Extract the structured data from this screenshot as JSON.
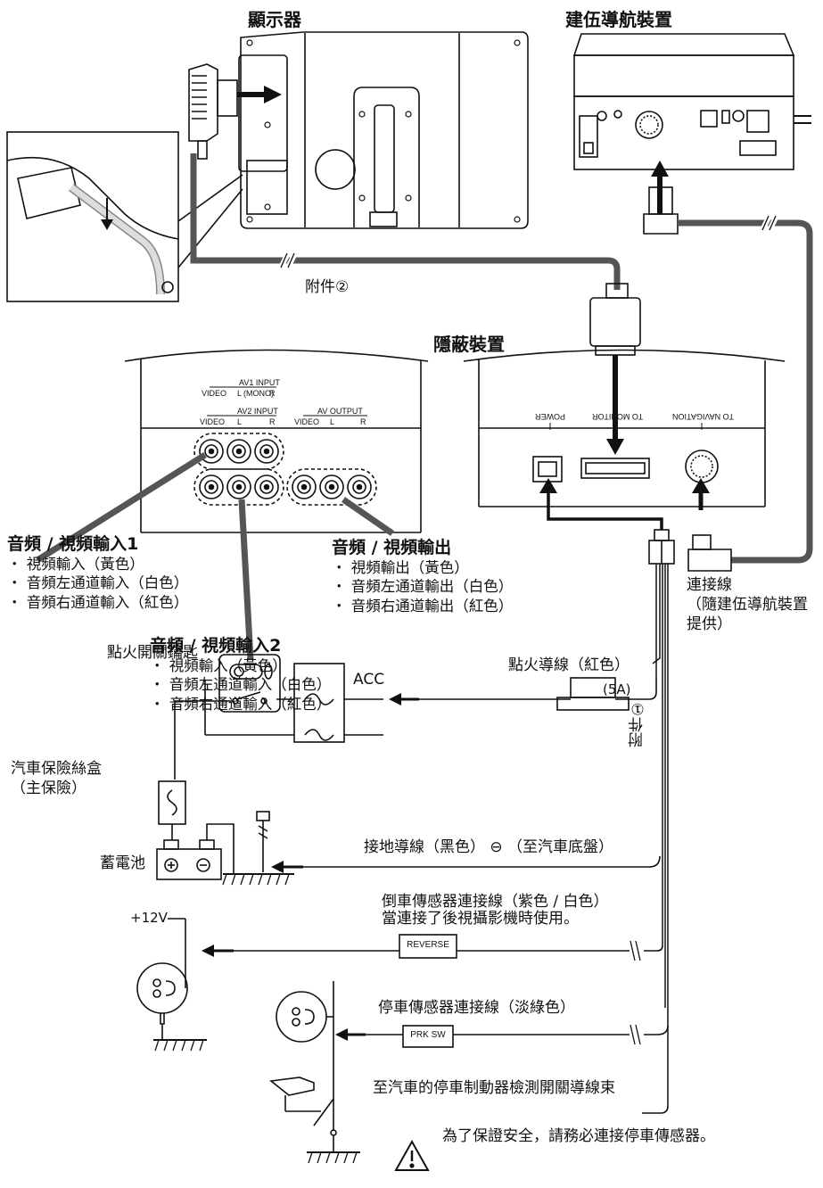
{
  "titles": {
    "monitor": "顯示器",
    "navigation": "建伍導航裝置",
    "hidden_unit": "隱蔽裝置"
  },
  "accessory2": "附件②",
  "accessory1": "附件①",
  "panel_labels": {
    "av1_input": "AV1 INPUT",
    "av2_input": "AV2 INPUT",
    "av_output": "AV OUTPUT",
    "video": "VIDEO",
    "l": "L",
    "r": "R",
    "mono": "(MONO)",
    "power": "POWER",
    "to_monitor": "TO MONITOR",
    "to_navigation": "TO NAVIGATION"
  },
  "av_input1": {
    "heading": "音頻 / 視頻輸入1",
    "items": [
      "・ 視頻輸入（黃色）",
      "・ 音頻左通道輸入（白色）",
      "・ 音頻右通道輸入（紅色）"
    ]
  },
  "av_output": {
    "heading": "音頻 / 視頻輸出",
    "items": [
      "・ 視頻輸出（黃色）",
      "・ 音頻左通道輸出（白色）",
      "・ 音頻右通道輸出（紅色）"
    ]
  },
  "av_input2": {
    "heading": "音頻 / 視頻輸入2",
    "items": [
      "・ 視頻輸入（黃色）",
      "・ 音頻左通道輸入（白色）",
      "・ 音頻右通道輸入（紅色）"
    ]
  },
  "connection_cable": {
    "line1": "連接線",
    "line2": "（隨建伍導航裝置",
    "line3": "提供）"
  },
  "ignition_key": "點火開關鑰匙",
  "acc": "ACC",
  "ignition_wire": "點火導線（紅色）",
  "fuse_rating": "(5A)",
  "fuse_box": {
    "line1": "汽車保險絲盒",
    "line2": "（主保險）"
  },
  "ground_wire": "接地導線（黑色） ⊖ （至汽車底盤）",
  "battery": "蓄電池",
  "plus12v": "+12V",
  "reverse_wire": {
    "line1": "倒車傳感器連接線（紫色 / 白色）",
    "line2": "當連接了後視攝影機時使用。"
  },
  "reverse_tag": "REVERSE",
  "parking_wire": "停車傳感器連接線（淡綠色）",
  "prk_tag": "PRK SW",
  "parking_brake": "至汽車的停車制動器檢測開關導線束",
  "warning": "為了保證安全，請務必連接停車傳感器。",
  "colors": {
    "cable": "#555555",
    "line": "#111111"
  }
}
